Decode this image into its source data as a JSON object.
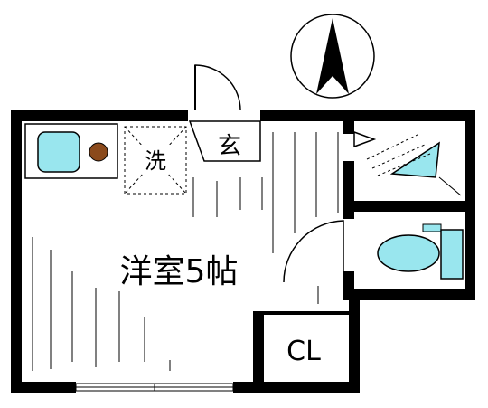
{
  "labels": {
    "room": "洋室5帖",
    "entrance": "玄",
    "laundry": "洗",
    "closet": "CL"
  },
  "icons": {
    "compass": "north-arrow-icon",
    "sink": "kitchen-sink-icon",
    "stove": "stove-burner-icon",
    "shower": "shower-head-icon",
    "toilet": "toilet-icon"
  },
  "colors": {
    "wall": "#000000",
    "fixture_fill": "#99e6ee",
    "stove_fill": "#8b4a1c",
    "toilet_fill": "#99e6ee"
  }
}
